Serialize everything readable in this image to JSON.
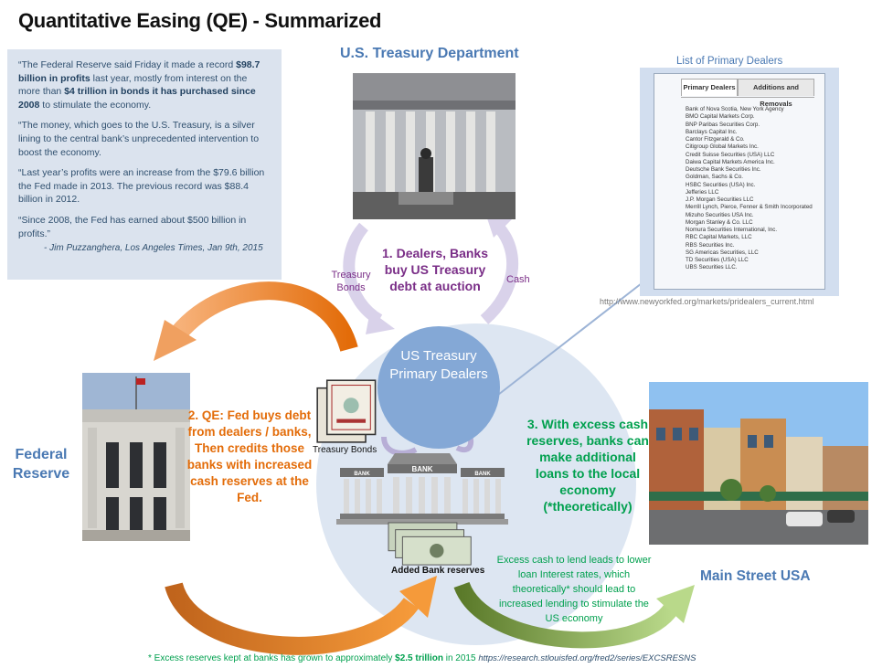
{
  "title": "Quantitative Easing (QE) - Summarized",
  "quote": {
    "p1_a": "“The Federal Reserve said Friday it made a record ",
    "p1_b": "$98.7 billion in profits",
    "p1_c": " last year, mostly from interest on the more than ",
    "p1_d": "$4 trillion in bonds it has purchased since 2008",
    "p1_e": " to stimulate the economy.",
    "p2": "“The money, which goes to the U.S. Treasury, is a silver lining to the central bank’s unprecedented intervention to boost the economy.",
    "p3": "“Last year’s profits were an increase from the $79.6 billion the Fed made in 2013. The previous record was $88.4 billion in 2012.",
    "p4": "“Since 2008, the Fed has earned about $500 billion in profits.”",
    "attribution": "- Jim Puzzanghera, Los Angeles Times, Jan 9th, 2015"
  },
  "treasury_label": "U.S. Treasury Department",
  "dealers_panel": {
    "title": "List of Primary Dealers",
    "tabs": [
      "Primary Dealers",
      "Additions and Removals"
    ],
    "dealers": [
      "Bank of Nova Scotia, New York Agency",
      "BMO Capital Markets Corp.",
      "BNP Paribas Securities Corp.",
      "Barclays Capital Inc.",
      "Cantor Fitzgerald & Co.",
      "Citigroup Global Markets Inc.",
      "Credit Suisse Securities (USA) LLC",
      "Daiwa Capital Markets America Inc.",
      "Deutsche Bank Securities Inc.",
      "Goldman, Sachs & Co.",
      "HSBC Securities (USA) Inc.",
      "Jefferies LLC",
      "J.P. Morgan Securities LLC",
      "Merrill Lynch, Pierce, Fenner & Smith Incorporated",
      "Mizuho Securities USA Inc.",
      "Morgan Stanley & Co. LLC",
      "Nomura Securities International, Inc.",
      "RBC Capital Markets, LLC",
      "RBS Securities Inc.",
      "SG Americas Securities, LLC",
      "TD Securities (USA) LLC",
      "UBS Securities LLC."
    ],
    "url": "http://www.newyorkfed.org/markets/pridealers_current.html"
  },
  "center": "US Treasury Primary Dealers",
  "step1": "1. Dealers, Banks buy US Treasury debt at auction",
  "treasury_bonds_label": "Treasury Bonds",
  "cash_label": "Cash",
  "step2": "2. QE: Fed buys debt from dealers / banks, Then credits those banks with increased cash reserves at the Fed.",
  "fed_label": "Federal Reserve",
  "step3": "3. With excess cash reserves, banks can make additional loans to the local economy (*theoretically)",
  "main_street_label": "Main Street USA",
  "green_note": "Excess cash to lend leads to lower loan Interest rates, which theoretically* should lead to increased lending to stimulate the US economy",
  "bonds_caption": "Treasury Bonds",
  "reserves_caption": "Added Bank reserves",
  "bank_sign": "BANK",
  "footnote_a": "* Excess reserves kept at banks has grown to approximately ",
  "footnote_b": "$2.5 trillion",
  "footnote_c": " in 2015 ",
  "footnote_url": "https://research.stlouisfed.org/fred2/series/EXCSRESNS",
  "colors": {
    "purple": "#7a2e87",
    "orange": "#e36c09",
    "green": "#00a04e",
    "blue": "#4a79b3"
  }
}
